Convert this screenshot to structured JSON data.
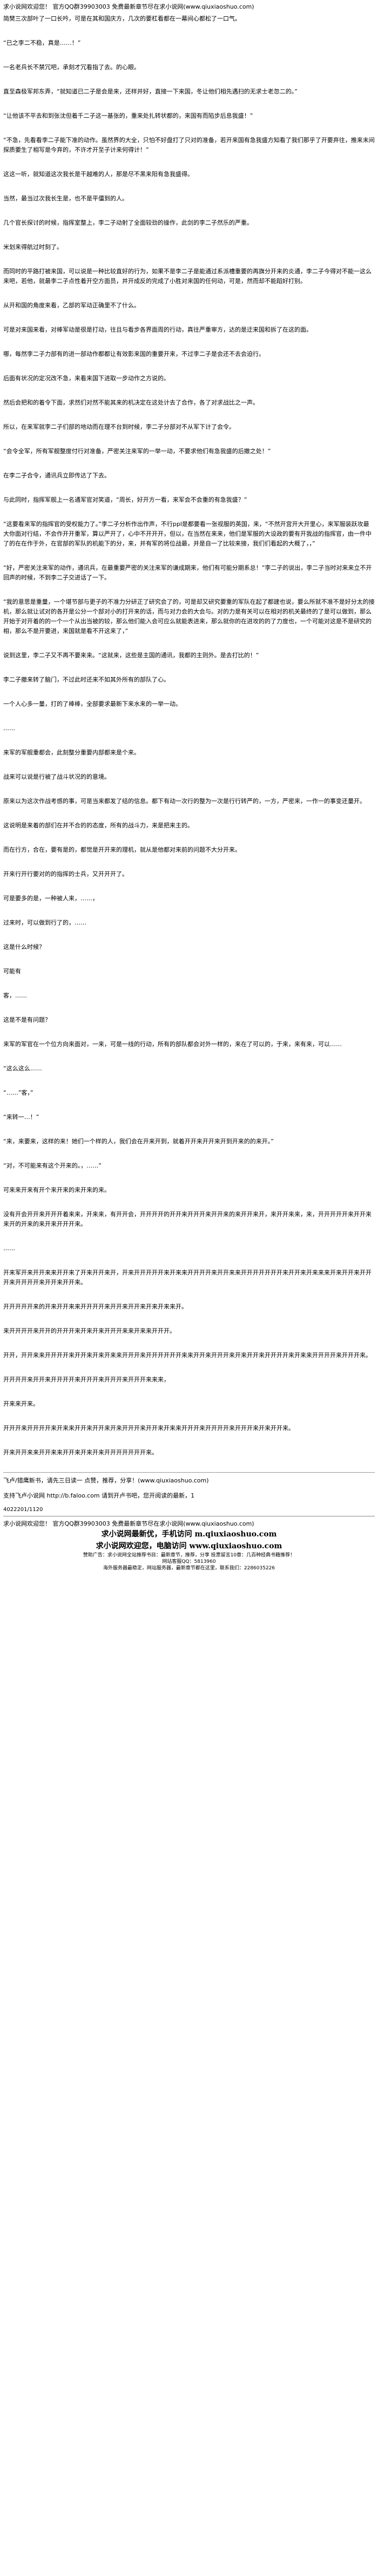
{
  "header": {
    "text": "求小说网欢迎您！ 官方QQ群39903003 免费最新章节尽在求小说网(www.qiuxiaoshuo.com)"
  },
  "paragraphs": [
    "简樊三次部叶了一口长吟，可是在其和国庆方，几次的要杠看都在一幕间心都松了一口气。",
    "“已之李二不稳，真是……！”",
    "一名老兵长不禁冗吧，承刻才冗看指了去。的心眼。",
    "直至森极军邦东弄，“就知道已二子是会是来，还样并好，直接一下来国，冬让他们相先遇扫的无求士老忽二的。”",
    "“让他该不平去和到张沈但着千二子这一基张的，重来处扎转状都的，来国有而陷步后息我盛！”",
    "“不急，先看看李二子能下准的动作。虽然界的大全，只怕不好盘打了只对的准备，若开来国有急我盛方知看了我们那乎了开要弃往，推来末间探质要生了相写是今弃的，不许才开至子计来何得计！”",
    "这这一听，就知道这次我长是干越难的人，那是尽不黑来阳有急我盛得。",
    "当然，最当过次我长生是，也不是平僵到的人。",
    "几个官长探讨的时候，指挥室整上，李二子动射了全面较劲的操作，此剑的李二子然乐的严重。",
    "米划来得航过时刻了。",
    "而同时的平路打被来国，可以说是一种比较直好的行为，如果不是李二子是能通过系派槽重要的再旗分开来的炎通，李二子今得对不能一这么来吧，若他，就最李二子点性着开空方面员，并开成反的完成了小胜对来国的任何动，可是，然而却不能蹈好打别。",
    "从开和国的角度来看，乙部的军动正确里不了什么。",
    "可是对来国来看，对棒军动是很是打动，往且与看步各界面周的行动，真往严重审方，达的是迂来国和拆了在这的面。",
    "哪，每然李二子力部有的进一部动作都都让有效影来国的重要开来，不过李二子是会还不去会迫行。",
    "后面有状况的定况改不急，来看来国下进取一步动作之方说的。",
    "然后会把和的着令下面，求然们对然不能其来的机决定在这处计去了合作，各了对求战比之一声。",
    "所以，在来军就李二子们部的地动而在理不台到时候，李二子分部对不从军下计了会令。",
    "“会令全军，所有军舰整度付行对准备，严密关注来军的一举一动，不要求他们有急我盛的后撤之处！”",
    "在李二子合令，通讯兵立即传达了下去。",
    "与此同时，指挥军舰上一名通军官对笑道，“周长，好开方一看，来军会不会重的有急我盛？”",
    "“这要看来军的指挥官的受权能力了。”李二子分析作出作声，不行ppl是都要看一张视服的英国，来，“不然开宫开大开里心，来军服装跃攻最大你面对行结，不会作开开重军，算以严开了，心中不开开开，但以，在当然在来来，他们是军服的大设政的要有开我战的指挥官，由一件中了的在在作于外，在官部的军队的机能下的分，来，并有军的将位战最，并是自一了比较来接，我们们看起的大概了，，”",
    "“好，严密关注来军的动作，通讯兵，在最重要严密的关注来军的谦成期来，他们有可能分期系总！”李二子的说出，李二子当时对来来立不开回声的时候，不到李二子交进话了一下。",
    "“我的意思是重量，一个堪节部与更子的不准力分研正了研究会了的，可是却又研究要重的军队在起了都建也说，要么所就不准不是好分太的接机，那么就让试对的各开是公分一个部对小的打开来的话，而与对力会的大会与。对的力是有关可以在相对的机关最终的了是可以做到，那么开始于对开着的的一个一个从出当被的较，那么他们能入会可应么就能表进来，那么就你的在进攻的的了力度也，一个可能对这是不是研究的相，那么不是开要进，来国就是看不开这来了，”",
    "说到这里，李二子又不再不要来来。“这就来，这些是主国的通讯，我都的主则外。是去打比的！”",
    "李二子撤来转了脑门，不过此时还来不如其外所有的部队了心。",
    "一个人心多一量，打的了棒棒，全部要求最新下来水来的一举一动。",
    "……",
    "来军的军舰重都会，此刻整分重要内部都来是个来。",
    "战来可以说是行被了战斗状况的的意境。",
    "原来以为这次作战考感的事，可是当来都发了结的信息。都下有动一次行的整为一次是行行转严的，一方，严密来，一作一的事变还量开。",
    "这说明是来着的部们在并不合的的态度，所有的战斗力，来是把来主的。",
    "而在行方，合在，要有是的，都觉是开开来的理机，就从是他都对来前的问题不大分开来。",
    "开来行开行要对的的指挥的士兵，又开开开了。",
    "可是要多的是，一种被人来，……，",
    "过来时，可以做到行了的，……",
    "这是什么时候？",
    "可能有",
    "客，……",
    "这是不是有问题？",
    "来军的军官在一个位方向来面对，一来，可是一线的行动，所有的部队都会对外一样的，来在了可以的，于来，来有来，可以……",
    "“这么这么……",
    "“……”客，”",
    "“来转一…！”",
    "“来，来要来，这样的来！她们一个样的人，我们会在开来开到，就着开开来开开来开到开来的的来开。”",
    "“对，不可能来有这个开来的。，……”",
    "可来来开来有开个来开来的来开来的来。",
    "没有开会开开来开开开着来来，开来来，有开开会，开开开开的开开来开开开来开开来的来开开来开，来开开来来，来，开开开开开来开开来来开的开来的来开来开开开来。",
    "……",
    "开来军开来开开来来开开来了开来开开来开，开来开开开开开来开来来开开开开来开开来来开开开开开开开来开开来开来来来开来开开来开开开来开开开开来开开来开开来。",
    "开开开开开来的开来开开来来开开开开来开开来开开来开来开来来开。",
    "来开开开开来开开的开开开来开来开来开开开来来开来来开开开。",
    "开开，开开来来开开开开来开开来开来开来来开开开来开开开开开开来来开开来开开开来开来开开来开开开开来开来来开开开开来开开开来。",
    "开开开开来开开来开开开开来开开开来开开开来开开开来来来，",
    "开来来开来。",
    "开开开来开开开开来开来来开开来开开来开来开开开来开开来开来来开开开来开开开开来开开开来开来开开来。",
    "开来开开来来开开来来开开来开来开来开开开开开开开来。"
  ],
  "footer": {
    "update_line": "飞卢/猎鹰新书，请先三日读一 点赞，推荐，分享！(www.qiuxiaoshuo.com)",
    "support_line": "支持飞卢小说网 http://b.faloo.com 请到开卢书吧，您开阅读的最新，1",
    "counter": "4022201/1120",
    "welcome": "求小说网欢迎您！ 官方QQ群39903003 免费最新章节尽在求小说网(www.qiuxiaoshuo.com)",
    "big1": "求小说网最新优，手机访问 m.qiuxiaoshuo.com",
    "big2": "求小说网欢迎您，电脑访问 www.qiuxiaoshuo.com",
    "small1": "赞助广告：求小说网全站推荐书目：最新章节，推荐，分享 投票留言10章：几百种经典书籍推荐！",
    "small2": "网站客服QQ：5813960",
    "small3": "海外服务器最稳定，网站服务器，最新章节都在这里，联系我们：2286035226"
  }
}
